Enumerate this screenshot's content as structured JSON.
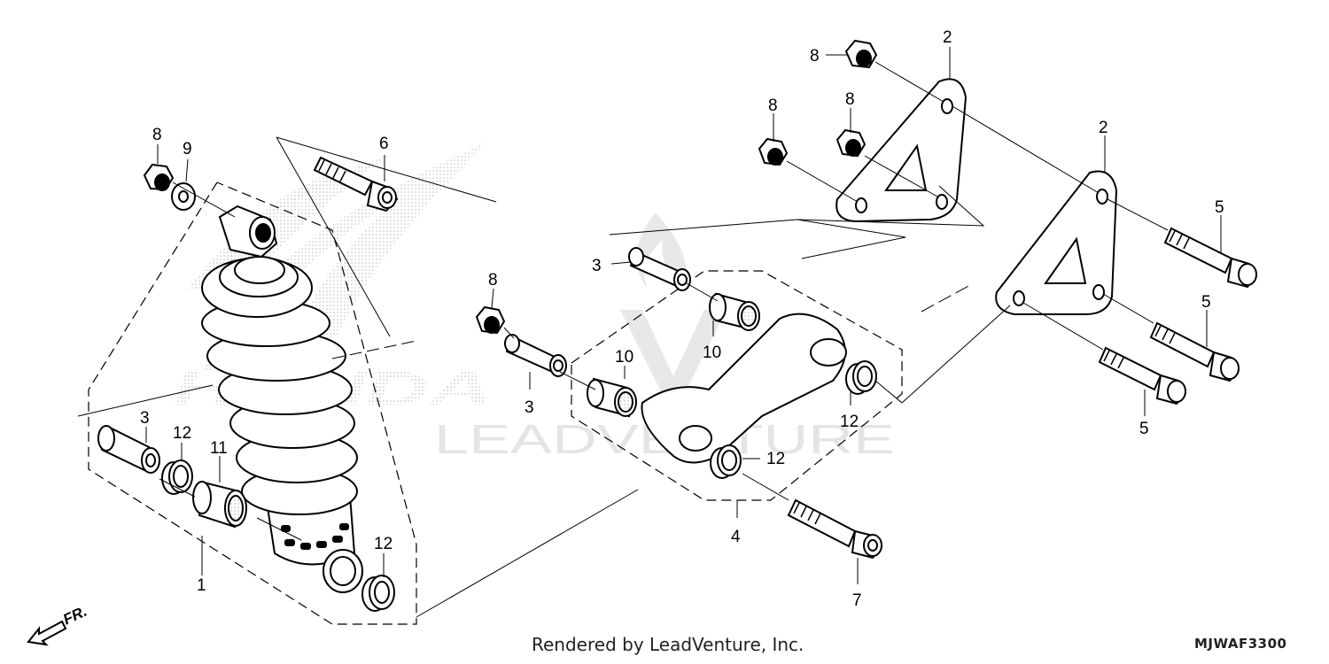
{
  "diagram": {
    "watermark_text": "LEADVENTURE",
    "brand_text": "HONDA",
    "direction_label": "FR.",
    "rendered_by": "Rendered by LeadVenture, Inc.",
    "diagram_code": "MJWAF3300",
    "callouts": {
      "c1": "1",
      "c2a": "2",
      "c2b": "2",
      "c3a": "3",
      "c3b": "3",
      "c3c": "3",
      "c4": "4",
      "c5a": "5",
      "c5b": "5",
      "c5c": "5",
      "c6": "6",
      "c7": "7",
      "c8a": "8",
      "c8b": "8",
      "c8c": "8",
      "c8d": "8",
      "c8e": "8",
      "c9": "9",
      "c10a": "10",
      "c10b": "10",
      "c11": "11",
      "c12a": "12",
      "c12b": "12",
      "c12c": "12",
      "c12d": "12"
    }
  }
}
